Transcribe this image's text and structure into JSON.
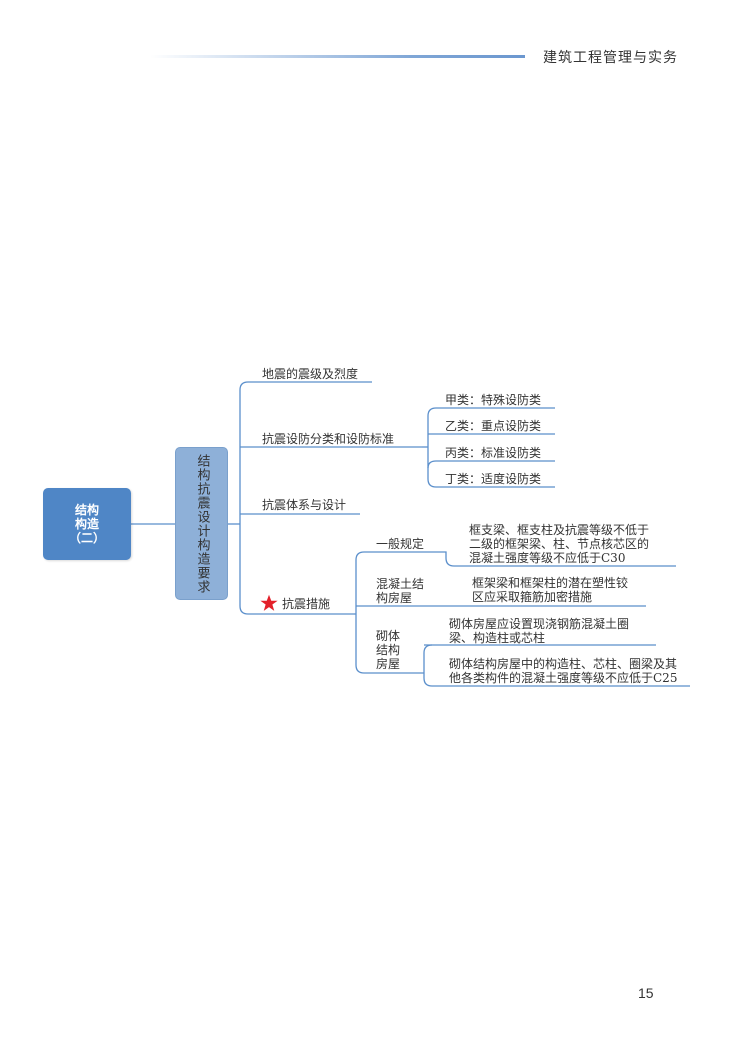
{
  "header": {
    "title": "建筑工程管理与实务"
  },
  "page_number": "15",
  "mindmap": {
    "root": {
      "label": "结构构造（二）",
      "lines": [
        "结构",
        "构造",
        "（二）"
      ]
    },
    "level1": {
      "label": "结构抗震设计构造要求"
    },
    "branches": [
      {
        "label": "地震的震级及烈度"
      },
      {
        "label": "抗震设防分类和设防标准",
        "children": [
          {
            "label": "甲类：特殊设防类"
          },
          {
            "label": "乙类：重点设防类"
          },
          {
            "label": "丙类：标准设防类"
          },
          {
            "label": "丁类：适度设防类"
          }
        ]
      },
      {
        "label": "抗震体系与设计"
      },
      {
        "label": "抗震措施",
        "marker": "star-icon",
        "marker_color": "#e3202a",
        "children": [
          {
            "label": "一般规定",
            "details": [
              {
                "lines": [
                  "框支梁、框支柱及抗震等级不低于",
                  "二级的框架梁、柱、节点核芯区的",
                  "混凝土强度等级不应低于C30"
                ]
              }
            ]
          },
          {
            "label_lines": [
              "混凝土结",
              "构房屋"
            ],
            "details": [
              {
                "lines": [
                  "框架梁和框架柱的潜在塑性铰",
                  "区应采取箍筋加密措施"
                ]
              }
            ]
          },
          {
            "label_lines": [
              "砌体",
              "结构",
              "房屋"
            ],
            "details": [
              {
                "lines": [
                  "砌体房屋应设置现浇钢筋混凝土圈",
                  "梁、构造柱或芯柱"
                ]
              },
              {
                "lines": [
                  "砌体结构房屋中的构造柱、芯柱、圈梁及其",
                  "他各类构件的混凝土强度等级不应低于C25"
                ]
              }
            ]
          }
        ]
      }
    ]
  },
  "colors": {
    "line": "#5b8fcb",
    "root_fill": "#4f86c6",
    "level1_fill": "#8eb0d8",
    "header_line": "#6b97cf"
  }
}
